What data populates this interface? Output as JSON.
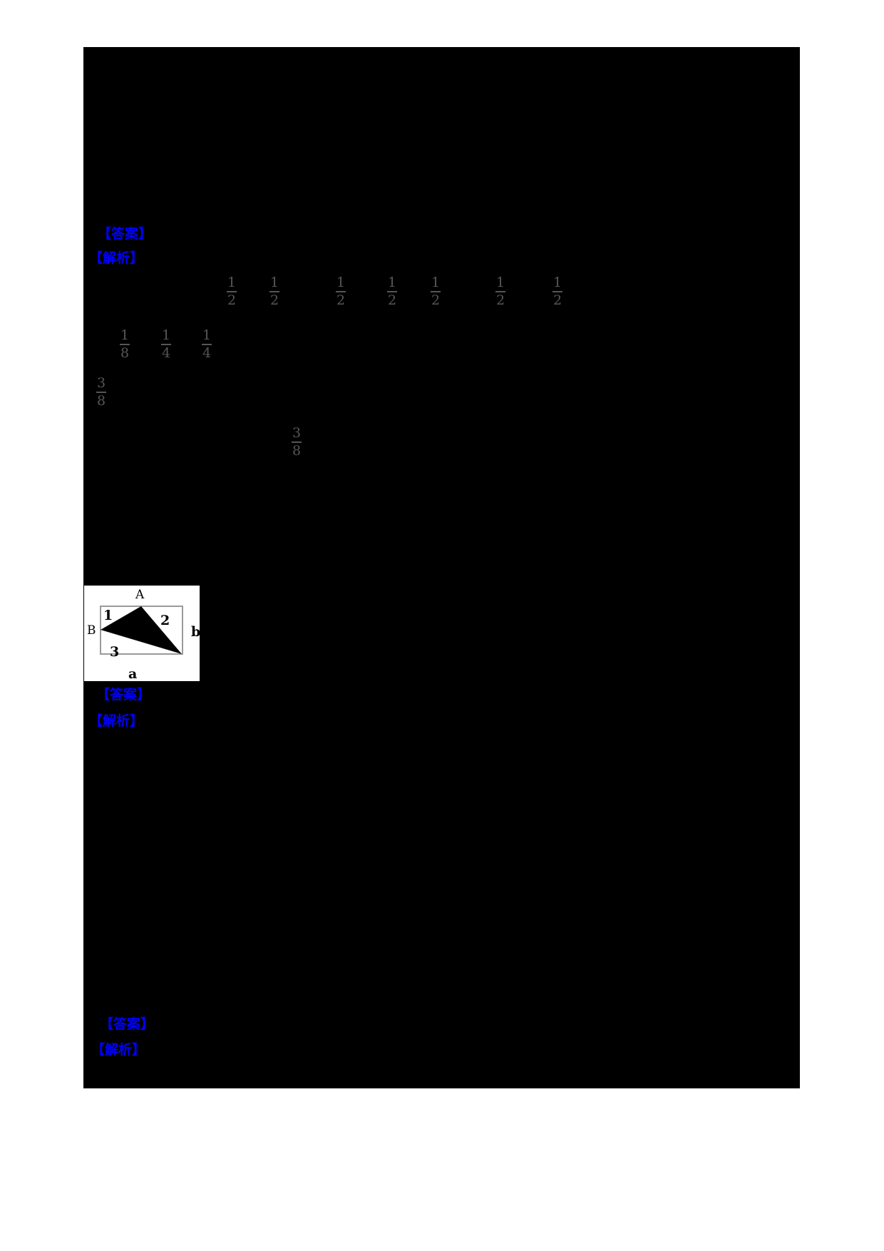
{
  "page": {
    "background_color": "#ffffff",
    "content_background_color": "#000000",
    "accent_blue": "#0000fe",
    "fraction_gray": "#565656"
  },
  "sections": [
    {
      "answer_label": "【答案】",
      "analysis_label": "【解析】"
    },
    {
      "answer_label": "【答案】",
      "analysis_label": "【解析】"
    },
    {
      "answer_label": "【答案】",
      "analysis_label": "【解析】"
    }
  ],
  "fractions": {
    "row1": [
      {
        "n": "1",
        "d": "2"
      },
      {
        "n": "1",
        "d": "2"
      },
      {
        "n": "1",
        "d": "2"
      },
      {
        "n": "1",
        "d": "2"
      },
      {
        "n": "1",
        "d": "2"
      },
      {
        "n": "1",
        "d": "2"
      },
      {
        "n": "1",
        "d": "2"
      }
    ],
    "row2": [
      {
        "n": "1",
        "d": "8"
      },
      {
        "n": "1",
        "d": "4"
      },
      {
        "n": "1",
        "d": "4"
      }
    ],
    "single1": {
      "n": "3",
      "d": "8"
    },
    "single2": {
      "n": "3",
      "d": "8"
    }
  },
  "figure": {
    "vertex_top": "A",
    "vertex_left": "B",
    "region1": "1",
    "region2": "2",
    "region3": "3",
    "side_bottom": "a",
    "side_right": "b"
  }
}
